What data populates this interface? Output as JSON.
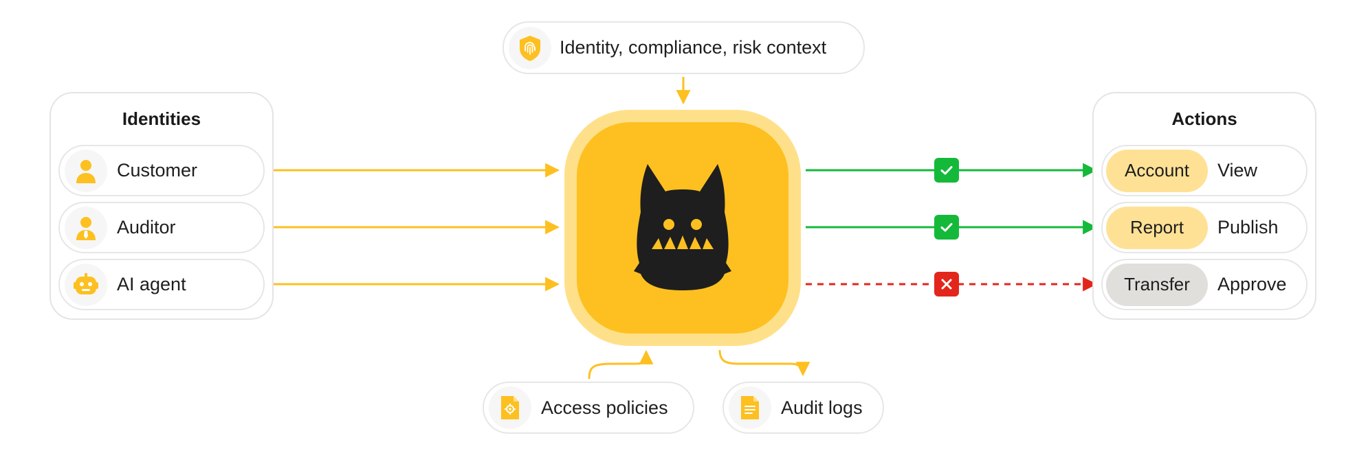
{
  "context": {
    "label": "Identity, compliance, risk context",
    "icon": "fingerprint-shield-icon"
  },
  "identities": {
    "title": "Identities",
    "items": [
      {
        "label": "Customer",
        "icon": "person-icon"
      },
      {
        "label": "Auditor",
        "icon": "person-tie-icon"
      },
      {
        "label": "AI agent",
        "icon": "robot-icon"
      }
    ]
  },
  "actions": {
    "title": "Actions",
    "items": [
      {
        "resource": "Account",
        "verb": "View",
        "status": "allowed"
      },
      {
        "resource": "Report",
        "verb": "Publish",
        "status": "allowed"
      },
      {
        "resource": "Transfer",
        "verb": "Approve",
        "status": "denied"
      }
    ]
  },
  "inputs": {
    "policies": {
      "label": "Access policies",
      "icon": "policy-document-icon"
    },
    "logs": {
      "label": "Audit logs",
      "icon": "log-document-icon"
    }
  },
  "center": {
    "icon": "monster-mascot-icon"
  },
  "colors": {
    "accent": "#FDC020",
    "accent_light": "#FFE08A",
    "allowed": "#15B93A",
    "denied": "#E3261B",
    "tag_allowed": "#FFE196",
    "tag_denied": "#E0DFDC"
  }
}
